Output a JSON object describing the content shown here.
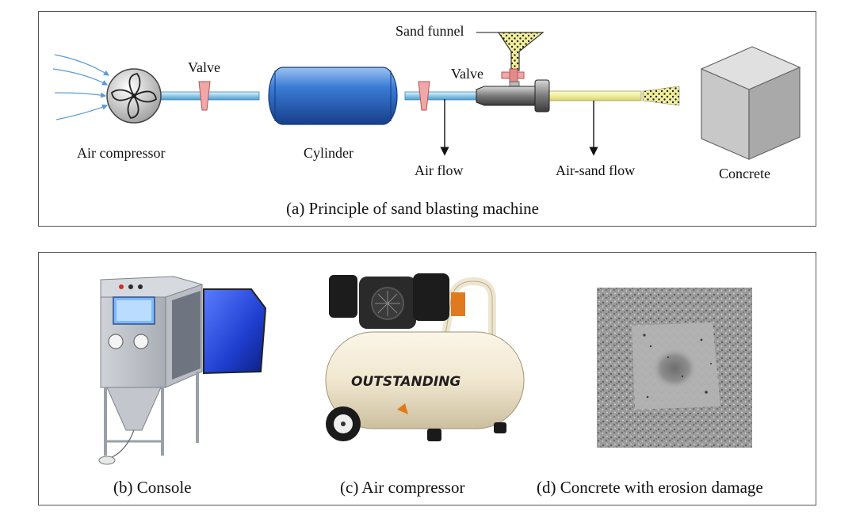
{
  "panel_a": {
    "caption": "(a) Principle of sand blasting machine",
    "labels": {
      "air_compressor": "Air compressor",
      "valve_left": "Valve",
      "cylinder": "Cylinder",
      "sand_funnel": "Sand funnel",
      "valve_funnel": "Valve",
      "air_flow": "Air flow",
      "air_sand_flow": "Air-sand flow",
      "concrete": "Concrete"
    }
  },
  "panel_b": {
    "captions": {
      "console": "(b) Console",
      "compressor": "(c) Air compressor",
      "concrete": "(d) Concrete with erosion damage"
    },
    "brand_text": "OUTSTANDING"
  },
  "colors": {
    "pipe": "#a9d6ee",
    "cylinder": "#2f6cc4",
    "valve": "#f1a7a7",
    "sand": "#f2ef9a",
    "concrete": "#cfcfcf",
    "console_door": "#1f3fd0",
    "compressor_tank": "#f3ead4"
  }
}
